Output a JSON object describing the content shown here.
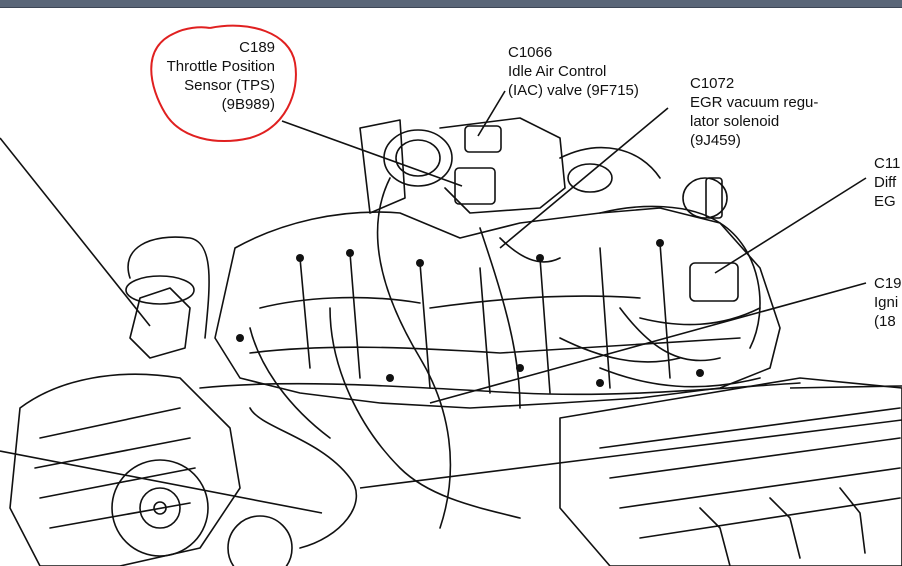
{
  "callouts": {
    "tps": {
      "lines": [
        "C189",
        "Throttle Position",
        "Sensor (TPS)",
        "(9B989)"
      ]
    },
    "iac": {
      "lines": [
        "C1066",
        "Idle Air Control",
        "(IAC) valve (9F715)"
      ]
    },
    "egr": {
      "lines": [
        "C1072",
        "EGR vacuum regu-",
        "lator solenoid",
        "(9J459)"
      ]
    },
    "diff": {
      "lines": [
        "C11",
        "Diff",
        "EG"
      ]
    },
    "ign": {
      "lines": [
        "C19",
        "Igni",
        "(18"
      ]
    }
  },
  "colors": {
    "highlight": "#e02020",
    "ink": "#111111",
    "frame": "#5a6678"
  }
}
